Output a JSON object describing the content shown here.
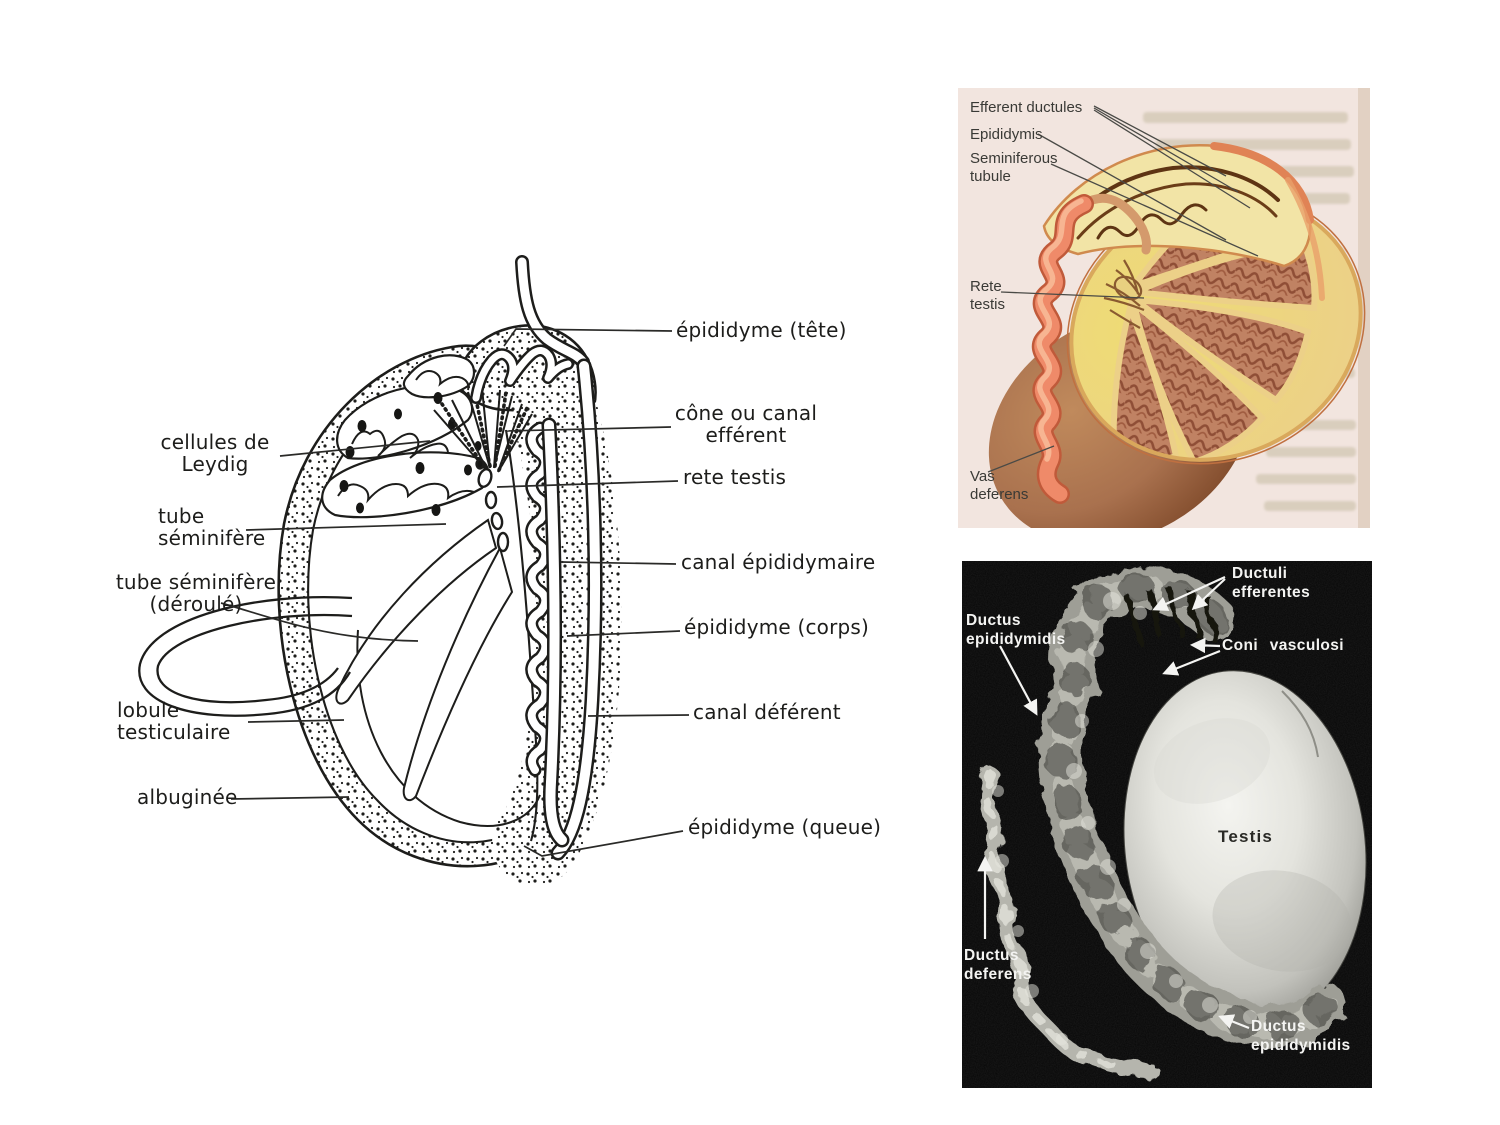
{
  "page": {
    "background": "#ffffff"
  },
  "diagram_fr": {
    "description": "Sagittal line drawing of testis and epididymis with French labels",
    "ink": "#1d1d1b",
    "labels": {
      "tete": "épididyme (tête)",
      "cone": "cône ou canal\nefférent",
      "rete": "rete testis",
      "canal_epididymaire": "canal épididymaire",
      "corps": "épididyme (corps)",
      "canal_deferent": "canal déférent",
      "queue": "épididyme  (queue)",
      "leydig": "cellules de\nLeydig",
      "tube_seminifere": "tube\nséminifère",
      "tube_deroule": "tube séminifère\n(déroulé)",
      "lobule": "lobule\ntesticulaire",
      "albuginee": "albuginée"
    }
  },
  "illustration_en": {
    "description": "Colour textbook cutaway illustration of the testis",
    "labels": {
      "efferent_ductules": "Efferent ductules",
      "epididymis": "Epididymis",
      "seminiferous_tubule": "Seminiferous\ntubule",
      "rete_testis": "Rete\ntestis",
      "vas_deferens": "Vas\ndeferens"
    },
    "colors": {
      "page": "#f2e5df",
      "vas_coil": "#ef8a69",
      "testis_body": "#a9714e",
      "cut_surface": "#ecd088",
      "lobule_tubules": "#b47a5c",
      "head_cap": "#f2e4a6",
      "duct_ink": "#5e3413",
      "label_ink": "#3a3a36"
    }
  },
  "photo_bw": {
    "description": "Black-and-white dissection photograph of testis and epididymis",
    "labels": {
      "ductuli_efferentes": "Ductuli\nefferentes",
      "ductus_epididymidis_top": "Ductus\nepididymidis",
      "coni_vasculosi": "Coni vasculosi",
      "testis": "Testis",
      "ductus_deferens": "Ductus\ndeferens",
      "ductus_epididymidis_bottom": "Ductus\nepididymidis"
    },
    "colors": {
      "background": "#060606",
      "label": "#f4f4f2",
      "testis_label_ink": "#2a2a26"
    }
  }
}
